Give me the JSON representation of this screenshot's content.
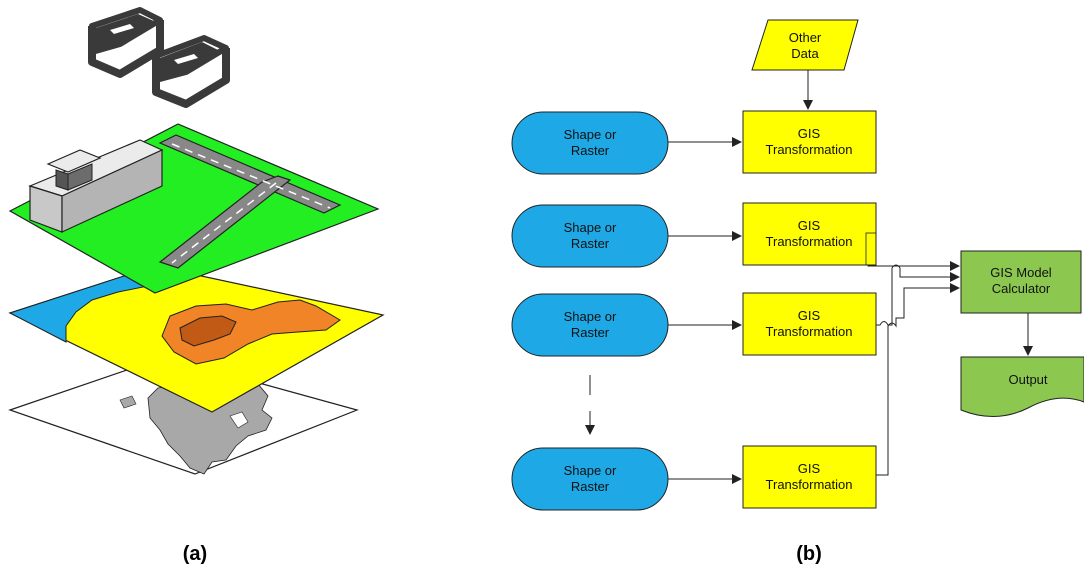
{
  "panel_a": {
    "caption": "(a)",
    "colors": {
      "top_layer": "#22ee22",
      "middle_layer": "#ffff00",
      "water": "#1ea8e6",
      "contour_outer": "#f08426",
      "contour_inner": "#c05a14",
      "base_layer": "#ffffff",
      "landmass": "#a8a8a8",
      "book": "#3a3a3a",
      "runway": "#888888",
      "building": "#c8c8c8"
    },
    "icons": [
      "book-icon",
      "book-icon",
      "building-icon",
      "runway-icon",
      "map-icon"
    ]
  },
  "panel_b": {
    "caption": "(b)",
    "colors": {
      "source": "#1ea8e6",
      "transform": "#ffff00",
      "model": "#8cc850",
      "output": "#8cc850",
      "edge": "#222222"
    },
    "other_data": {
      "line1": "Other",
      "line2": "Data"
    },
    "sources": [
      {
        "line1": "Shape or",
        "line2": "Raster"
      },
      {
        "line1": "Shape or",
        "line2": "Raster"
      },
      {
        "line1": "Shape or",
        "line2": "Raster"
      },
      {
        "line1": "Shape or",
        "line2": "Raster"
      }
    ],
    "transforms": [
      {
        "line1": "GIS",
        "line2": "Transformation"
      },
      {
        "line1": "GIS",
        "line2": "Transformation"
      },
      {
        "line1": "GIS",
        "line2": "Transformation"
      },
      {
        "line1": "GIS",
        "line2": "Transformation"
      }
    ],
    "model": {
      "line1": "GIS Model",
      "line2": "Calculator"
    },
    "output": {
      "label": "Output"
    }
  }
}
